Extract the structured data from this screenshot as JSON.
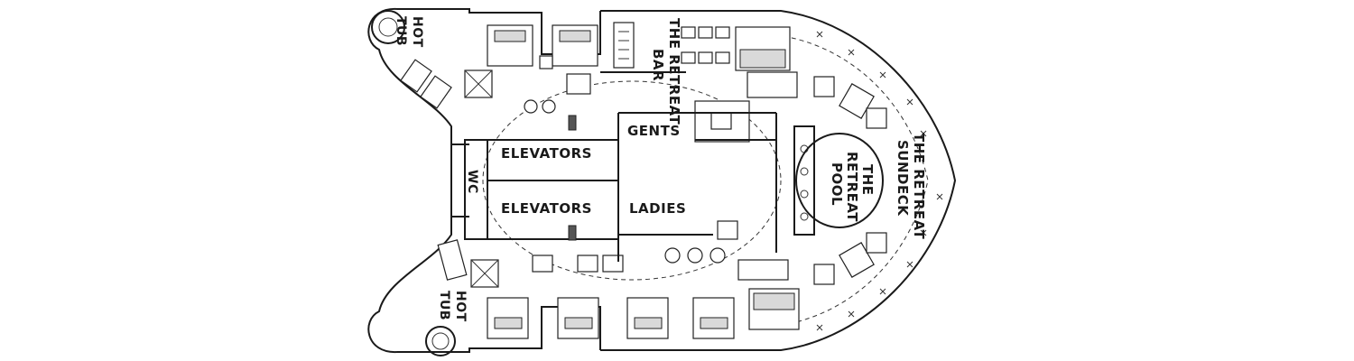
{
  "colors": {
    "ink": "#1a1a1a",
    "background": "#ffffff",
    "shade": "#d9d9d9"
  },
  "labels": {
    "hot_tub_top": [
      "HOT",
      "TUB"
    ],
    "hot_tub_bottom": [
      "HOT",
      "TUB"
    ],
    "retreat_bar": [
      "THE RETREAT",
      "BAR"
    ],
    "gents": "GENTS",
    "elevators_top": "ELEVATORS",
    "elevators_bottom": "ELEVATORS",
    "wc": "WC",
    "ladies": "LADIES",
    "retreat_pool": [
      "THE",
      "RETREAT",
      "POOL"
    ],
    "retreat_sundeck": [
      "THE RETREAT",
      "SUNDECK"
    ]
  }
}
